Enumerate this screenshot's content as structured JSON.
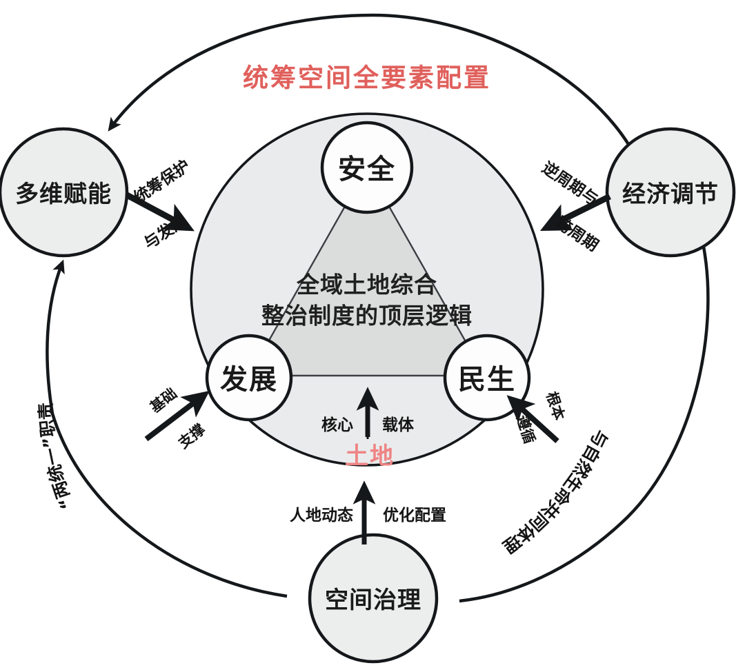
{
  "title": {
    "text": "统筹空间全要素配置",
    "color": "#e0605c"
  },
  "center": {
    "line1": "全域土地综合",
    "line2": "整治制度的顶层逻辑"
  },
  "inner_nodes": [
    {
      "id": "safety",
      "label": "安全"
    },
    {
      "id": "development",
      "label": "发展"
    },
    {
      "id": "livelihood",
      "label": "民生"
    }
  ],
  "outer_nodes": [
    {
      "id": "multi-dimensional-empowerment",
      "label": "多维赋能"
    },
    {
      "id": "economic-regulation",
      "label": "经济调节"
    },
    {
      "id": "spatial-governance",
      "label": "空间治理"
    }
  ],
  "core": {
    "left_label": "核心",
    "right_label": "载体",
    "land_label": "土地",
    "land_color": "#ef8484"
  },
  "edges": [
    {
      "id": "empowerment-to-core",
      "line1": "统筹保护",
      "line2": "与发展"
    },
    {
      "id": "economic-to-core",
      "line1": "逆周期与",
      "line2": "跨周期"
    },
    {
      "id": "foundation-to-development",
      "line1": "基础",
      "line2": "支撑"
    },
    {
      "id": "fundamental-to-livelihood",
      "line1": "根本",
      "line2": "遵循"
    },
    {
      "id": "governance-to-land",
      "line1": "人地动态",
      "line2": "优化配置"
    }
  ],
  "arc_labels": [
    {
      "id": "two-unifications-duty",
      "text": "“两统一”职责"
    },
    {
      "id": "life-community-theory",
      "text": "人与自然生命共同体理论"
    }
  ]
}
